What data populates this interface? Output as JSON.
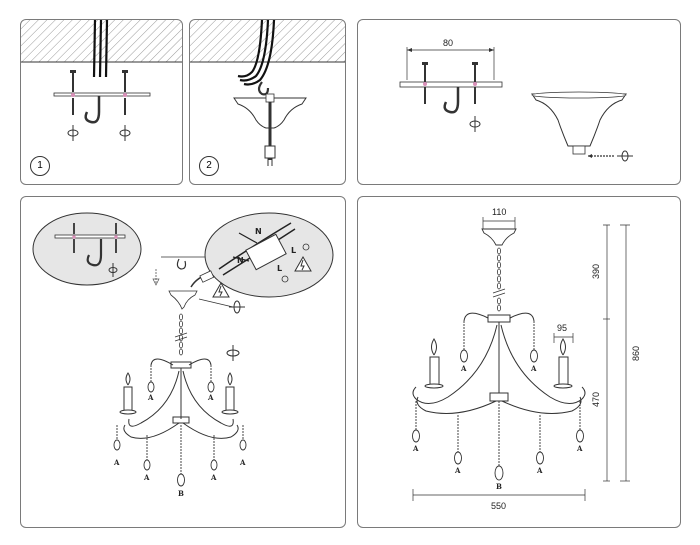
{
  "step_numbers": [
    "1",
    "2"
  ],
  "dimensions_mount": {
    "plate_width": "80"
  },
  "wire_labels": {
    "neutral": "N",
    "live": "L"
  },
  "dimensions_chandelier": {
    "canopy_width": "110",
    "chain_height": "390",
    "body_height": "470",
    "total_height": "860",
    "candle_width": "95",
    "total_width": "550"
  },
  "pendant_labels": {
    "a": "A",
    "b": "B"
  },
  "icons": [
    "screw-icon",
    "rotate-icon",
    "warning-electric-icon",
    "hook-icon",
    "earth-icon"
  ],
  "colors": {
    "stroke": "#333333",
    "hatch": "#9a9a9a",
    "zoom_bubble": "#e6e6e6",
    "accent_pink": "#d98fb8"
  }
}
